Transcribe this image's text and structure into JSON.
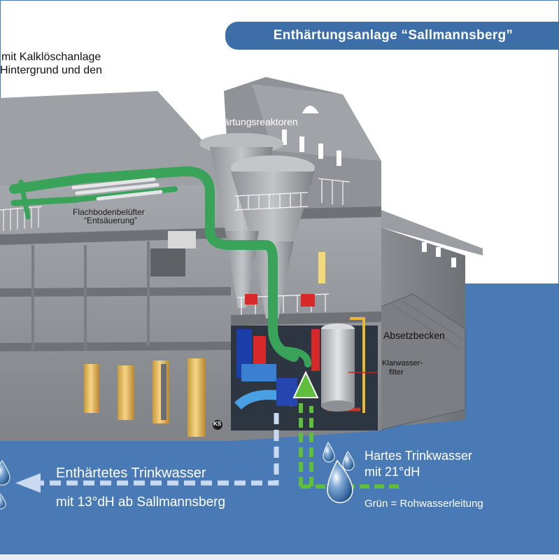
{
  "title": "Enthärtungsanlage “Sallmannsberg”",
  "intro_lines": [
    "mit Kalklöschanlage",
    "Hintergrund und den"
  ],
  "labels": {
    "reactors": "Enthärtungsreaktoren",
    "aerator_line1": "Flachbodenbelüfter",
    "aerator_line2": "“Entsäuerung”",
    "basin": "Absetzbecken",
    "filter_line1": "Klarwasser-",
    "filter_line2": "filter",
    "logo": "KS"
  },
  "water_labels": {
    "softened_line1": "Enthärtetes Trinkwasser",
    "softened_line2": "mit 13°dH ab Sallmannsberg",
    "hard_line1": "Hartes Trinkwasser",
    "hard_line2": "mit 21°dH",
    "legend": "Grün = Rohwasserleitung"
  },
  "colors": {
    "water": "#4a7ab5",
    "title_bg": "#3d6ea8",
    "building": "#8e9296",
    "pipe_green": "#3aa35a",
    "softened_arrow": "#c9daf0",
    "raw_arrow": "#5fbf3c"
  }
}
